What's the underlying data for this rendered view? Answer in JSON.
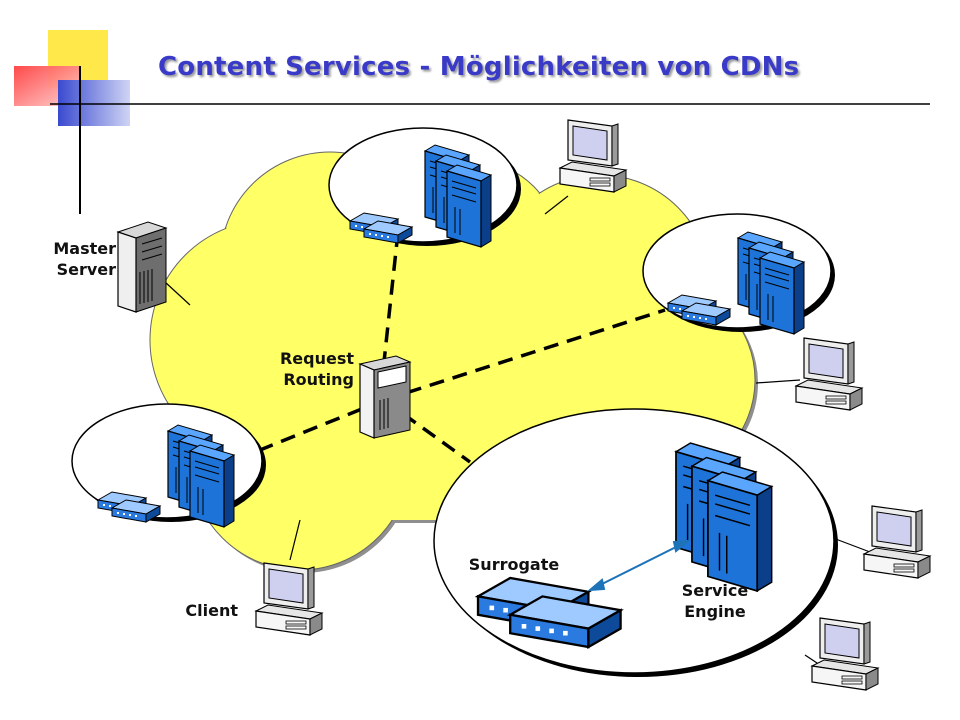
{
  "title": "Content Services - Möglichkeiten von CDNs",
  "labels": {
    "master_server": "Master\nServer",
    "request_routing": "Request\nRouting",
    "surrogate": "Surrogate",
    "service_engine": "Service\nEngine",
    "client": "Client"
  },
  "colors": {
    "title": "#3a3ac8",
    "cloud": "#ffff66",
    "server_blue": "#1e73d8",
    "arrow": "#1e73b8",
    "deco_yellow": "#ffe84a",
    "deco_red": "#ff5252",
    "deco_blue": "#4a5ad6"
  }
}
